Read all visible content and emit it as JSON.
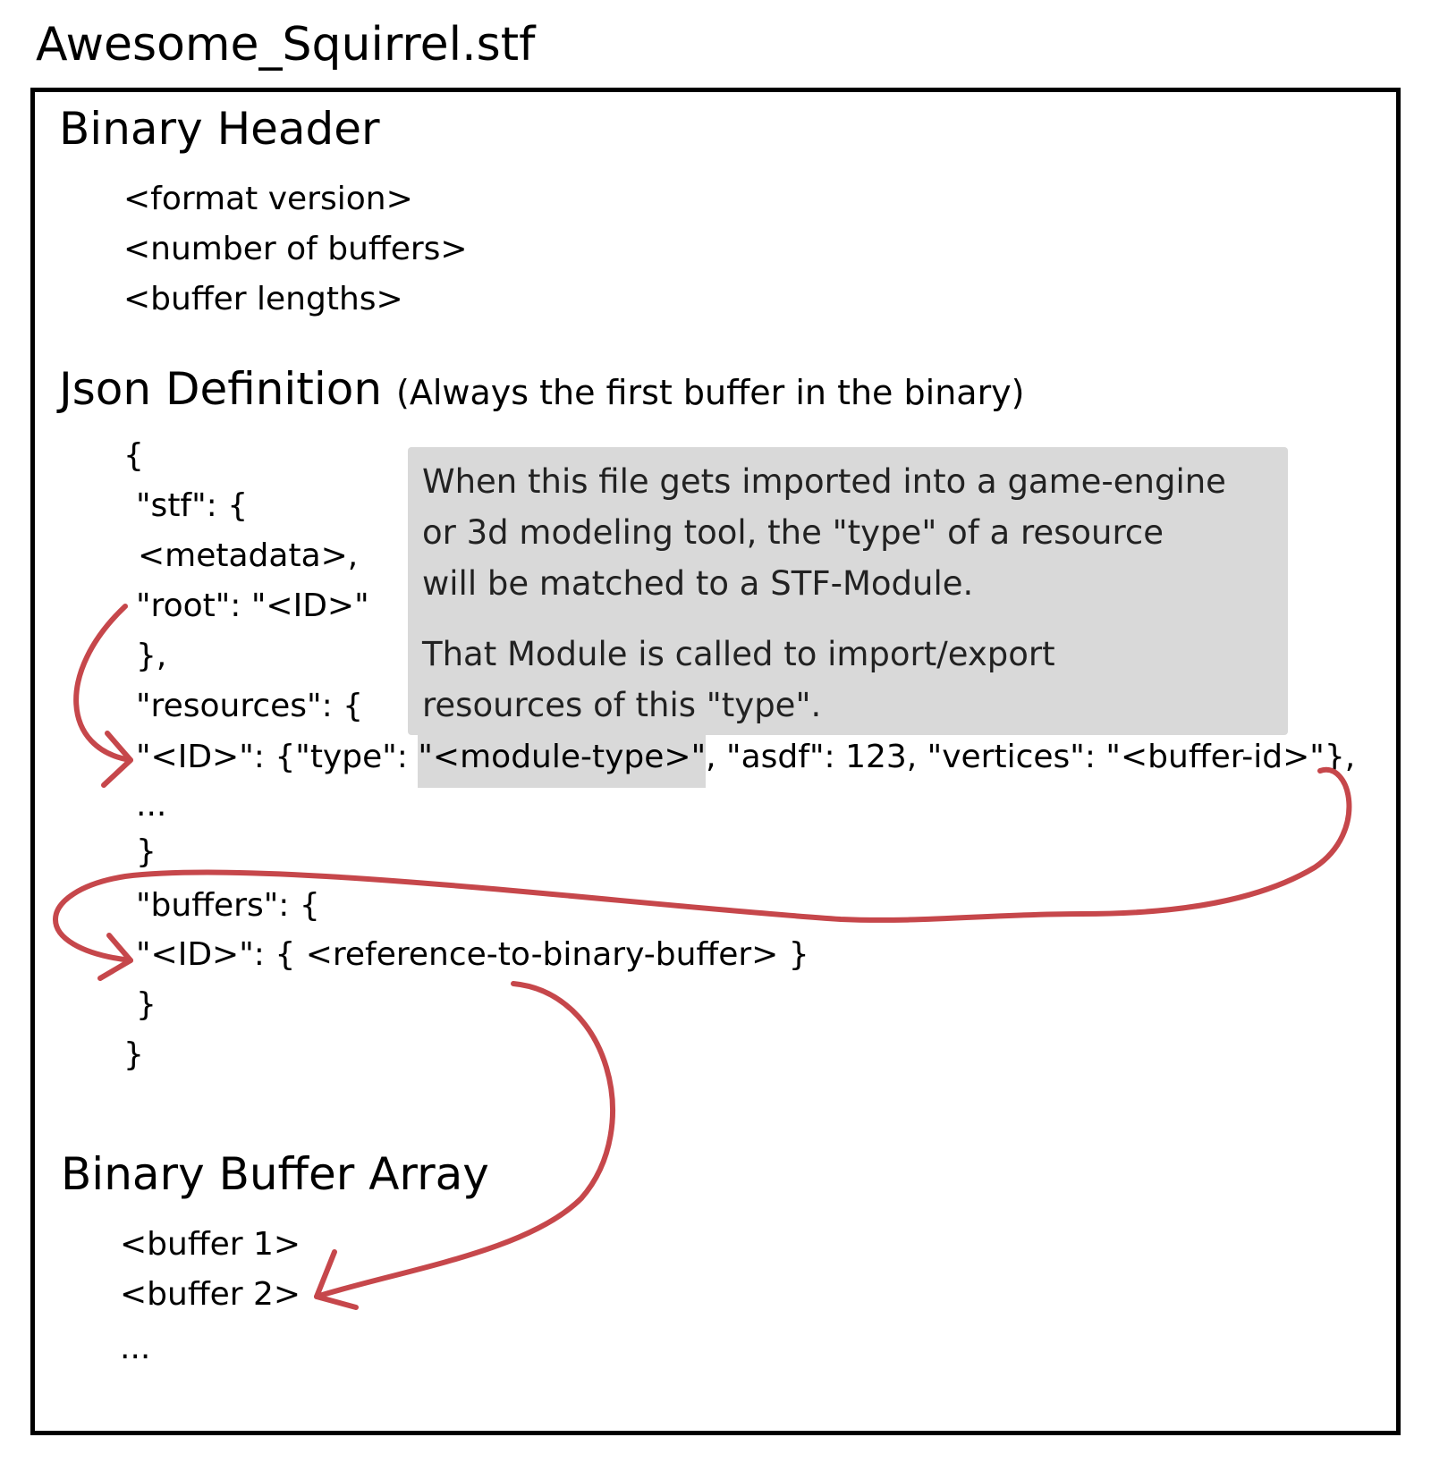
{
  "file_name": "Awesome_Squirrel.stf",
  "binary_header": {
    "heading": "Binary Header",
    "items": [
      "<format version>",
      "<number of buffers>",
      "<buffer lengths>"
    ]
  },
  "json_definition": {
    "heading": "Json Definition",
    "note": "(Always the first buffer in the binary)",
    "lines": {
      "open_brace": "{",
      "stf_open": "\"stf\": {",
      "metadata": "<metadata>,",
      "root": "\"root\": \"<ID>\"",
      "stf_close": "},",
      "resources_open": "\"resources\": {",
      "resource_prefix": "\"<ID>\": {\"type\": ",
      "resource_type": "\"<module-type>\"",
      "resource_suffix": ", \"asdf\": 123, \"vertices\": \"<buffer-id>\"},",
      "resources_ellipsis": "...",
      "resources_close": "}",
      "buffers_open": "\"buffers\": {",
      "buffer_entry": "\"<ID>\": { <reference-to-binary-buffer> }",
      "buffers_close": "}",
      "close_brace": "}"
    }
  },
  "callout": {
    "paragraph_1_lines": [
      "When this file gets imported into a game-engine",
      "or 3d modeling tool, the \"type\" of a resource",
      "will be matched to a STF-Module."
    ],
    "paragraph_2_lines": [
      "That Module is called to import/export",
      "resources of this \"type\"."
    ]
  },
  "binary_buffer_array": {
    "heading": "Binary Buffer Array",
    "items": [
      "<buffer 1>",
      "<buffer 2>",
      "..."
    ]
  },
  "colors": {
    "frame": "#000000",
    "callout_background": "#d9d9d9",
    "arrow": "#c6474b"
  }
}
